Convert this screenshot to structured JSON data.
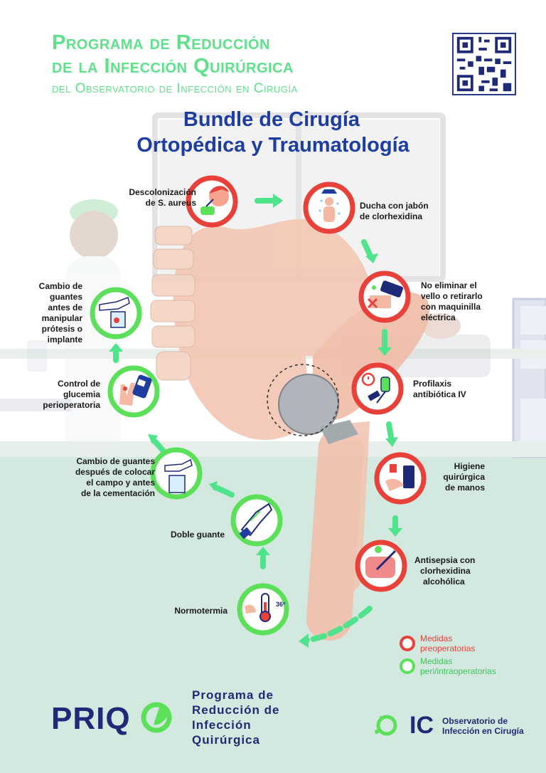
{
  "header": {
    "line1": "Programa de Reducción",
    "line2": "de la Infección Quirúrgica",
    "line3": "del Observatorio de Infección en Cirugía"
  },
  "bundle": {
    "line1": "Bundle de Cirugía",
    "line2": "Ortopédica y Traumatología"
  },
  "steps": [
    {
      "text": [
        "Descolonización",
        "de S. aureus"
      ],
      "type": "preoperatoria",
      "icon": "nose-swab-icon"
    },
    {
      "text": [
        "Ducha con jabón",
        "de clorhexidina"
      ],
      "type": "preoperatoria",
      "icon": "shower-icon"
    },
    {
      "text": [
        "No eliminar el",
        "vello o retirarlo",
        "con maquinilla",
        "eléctrica"
      ],
      "type": "preoperatoria",
      "icon": "electric-clipper-icon"
    },
    {
      "text": [
        "Profilaxis",
        "antibiótica IV"
      ],
      "type": "preoperatoria",
      "icon": "iv-antibiotic-icon"
    },
    {
      "text": [
        "Higiene",
        "quirúrgica",
        "de manos"
      ],
      "type": "preoperatoria",
      "icon": "hand-wash-icon"
    },
    {
      "text": [
        "Antisepsia con",
        "clorhexidina",
        "alcohólica"
      ],
      "type": "preoperatoria",
      "icon": "skin-antisepsis-icon"
    },
    {
      "text": [
        "Normotermia"
      ],
      "type": "peri/intraoperatoria",
      "icon": "thermometer-icon",
      "extra": "36º"
    },
    {
      "text": [
        "Doble guante"
      ],
      "type": "peri/intraoperatoria",
      "icon": "double-glove-icon"
    },
    {
      "text": [
        "Cambio de guantes",
        "después de colocar",
        "el campo y antes",
        "de la cementación"
      ],
      "type": "peri/intraoperatoria",
      "icon": "glove-change-icon"
    },
    {
      "text": [
        "Control de",
        "glucemia",
        "perioperatoria"
      ],
      "type": "peri/intraoperatoria",
      "icon": "glucometer-icon"
    },
    {
      "text": [
        "Cambio de",
        "guantes",
        "antes de",
        "manipular",
        "prótesis o",
        "implante"
      ],
      "type": "peri/intraoperatoria",
      "icon": "glove-implant-icon"
    }
  ],
  "legend": {
    "red": [
      "Medidas",
      "preoperatorias"
    ],
    "green": [
      "Medidas",
      "peri/intraoperatorias"
    ]
  },
  "footer": {
    "priq_logo": "PRIQ",
    "priq_name": [
      "Programa de",
      "Reducción de",
      "Infección",
      "Quirúrgica"
    ],
    "oic_logo": "OIC",
    "oic_name": [
      "Observatorio de",
      "Infección en Cirugía"
    ]
  },
  "colors": {
    "red": "#e8413a",
    "green": "#5ce05a",
    "header_green": "#5fe08a",
    "title_blue": "#1e3da1",
    "arrow": "#4fe38c",
    "navy": "#1e2a78"
  }
}
